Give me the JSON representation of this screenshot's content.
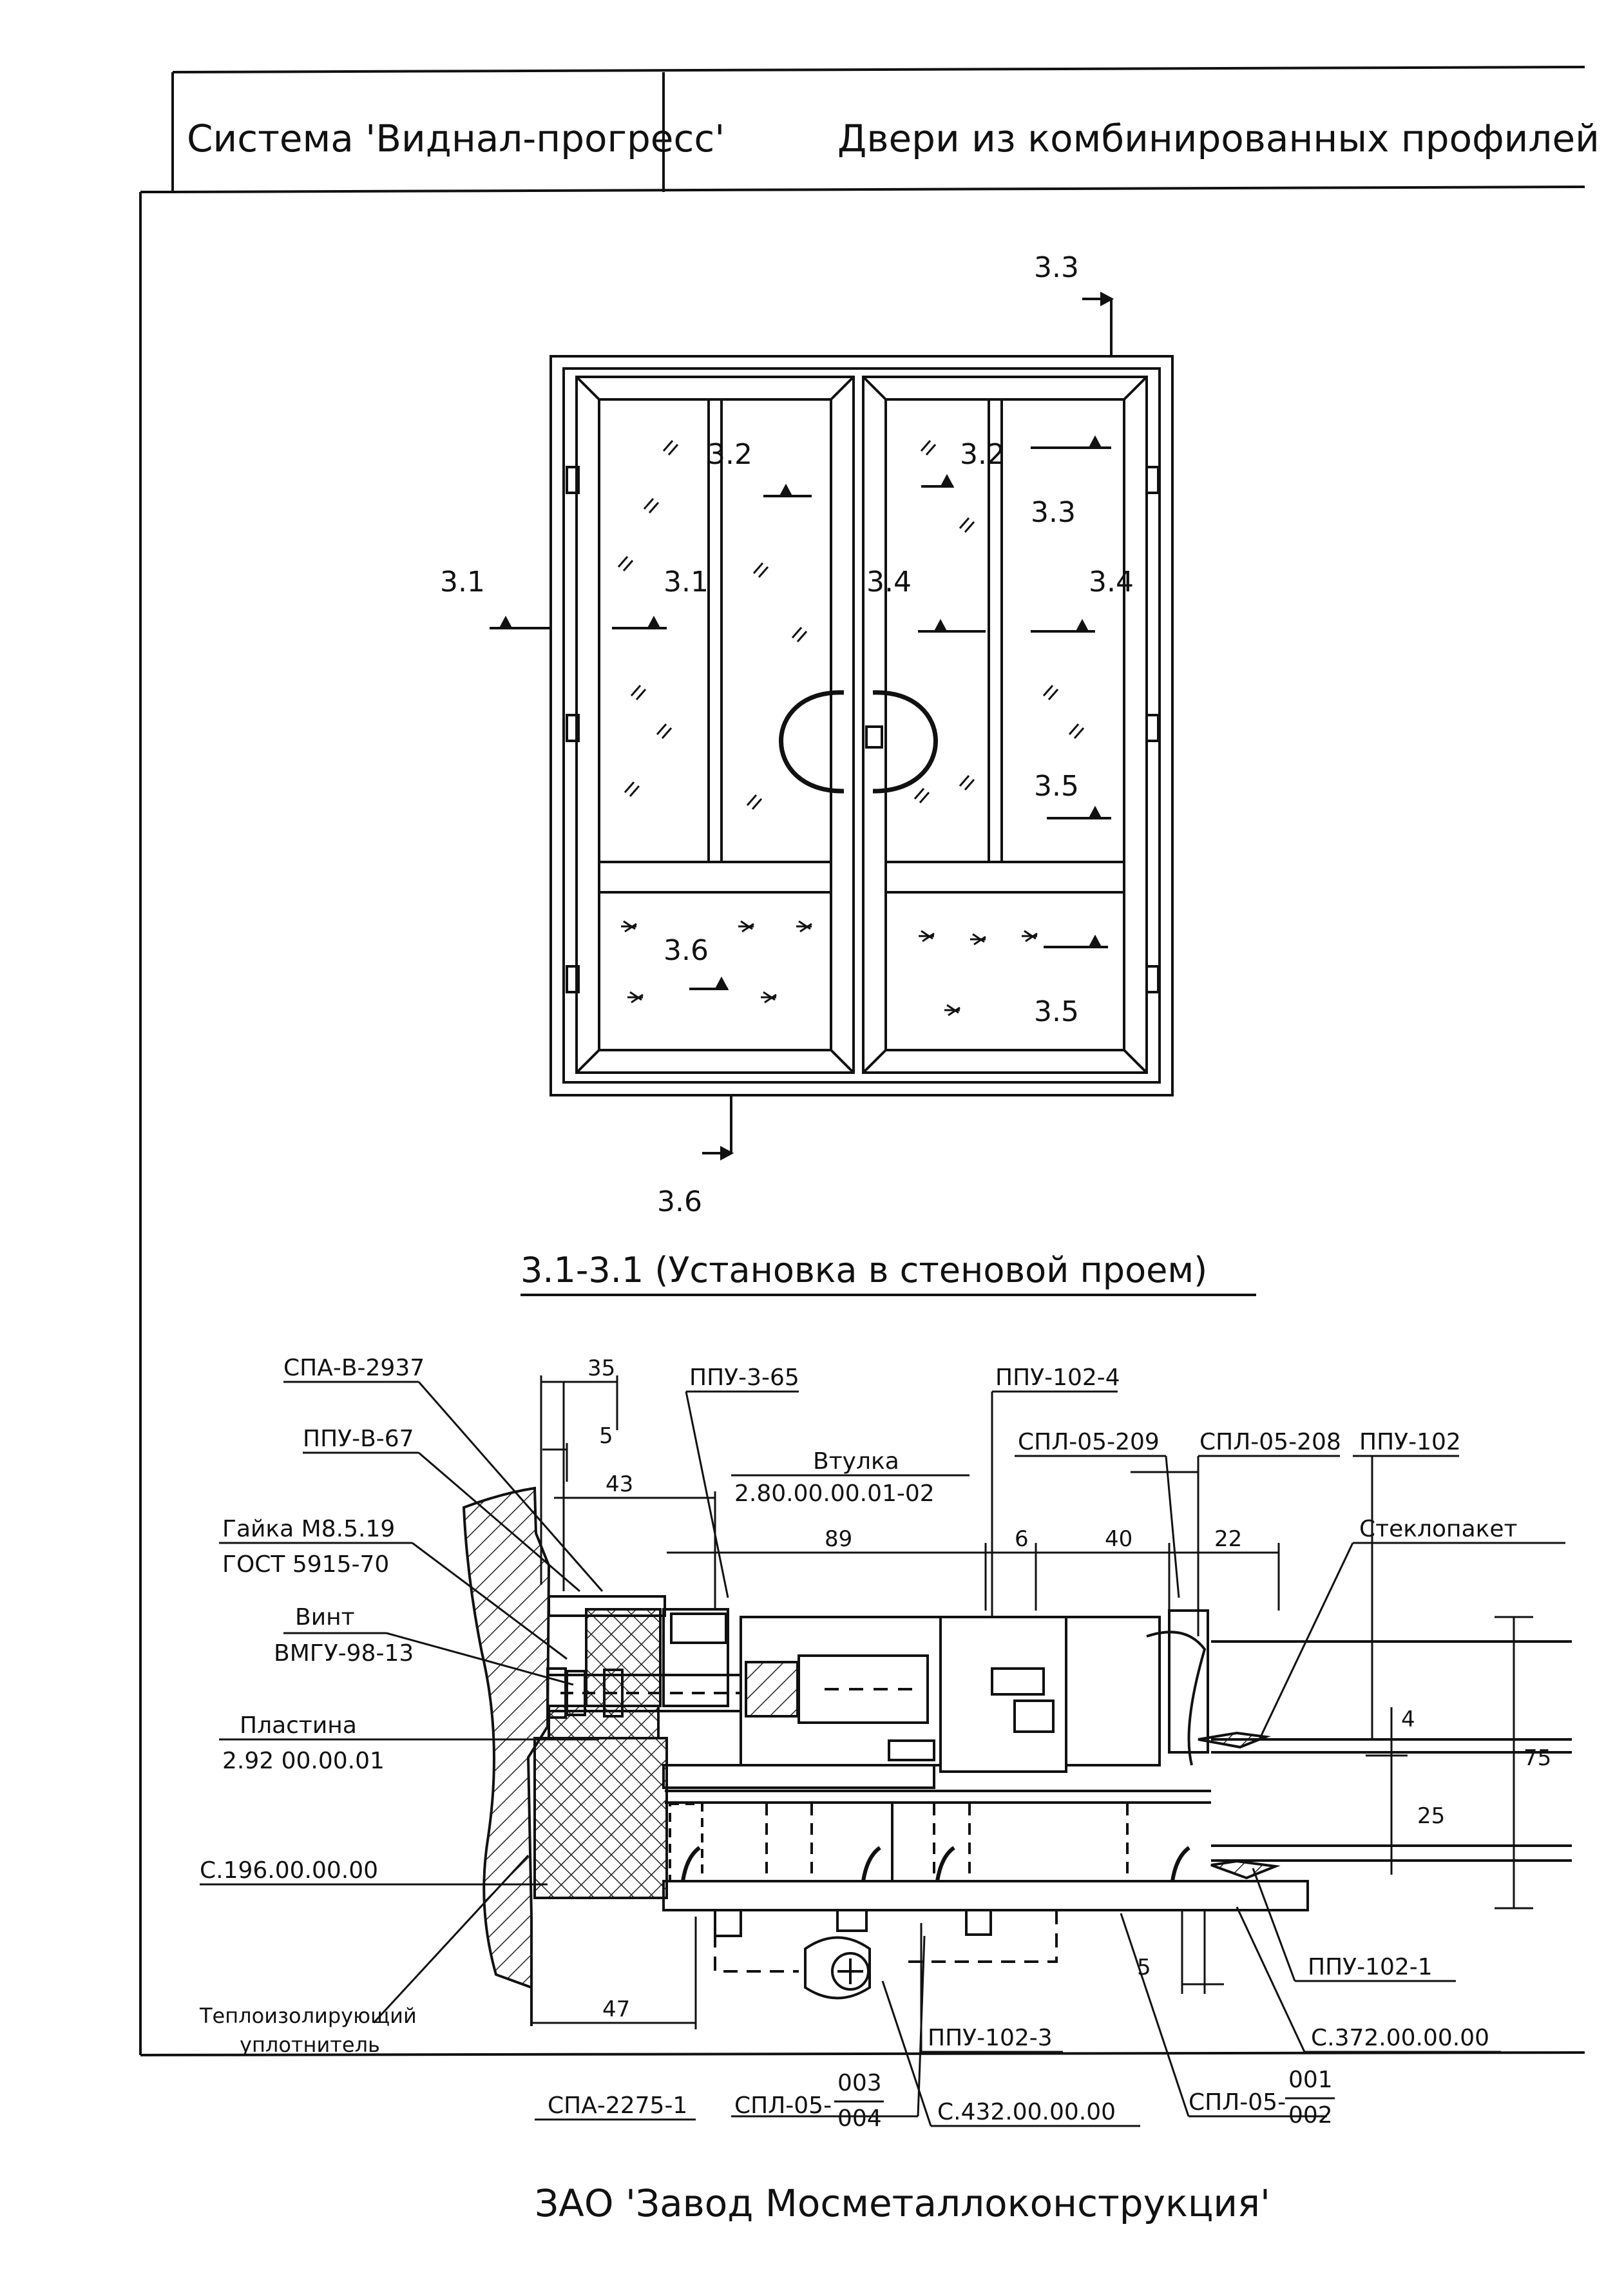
{
  "header": {
    "system_title": "Система 'Виднал-прогресс'",
    "doc_title": "Двери из комбинированных профилей"
  },
  "elevation": {
    "callouts": [
      "3.1",
      "3.1",
      "3.2",
      "3.2",
      "3.3",
      "3.3",
      "3.4",
      "3.4",
      "3.5",
      "3.5",
      "3.6",
      "3.6"
    ]
  },
  "section": {
    "title": "3.1-3.1 (Установка в стеновой проем)"
  },
  "labels": {
    "spa_v_2937": "СПА-В-2937",
    "ppu_v_67": "ППУ-В-67",
    "nut_line1": "Гайка М8.5.19",
    "nut_line2": "ГОСТ 5915-70",
    "screw_line1": "Винт",
    "screw_line2": "ВМГУ-98-13",
    "plate_line1": "Пластина",
    "plate_line2": "2.92 00.00.01",
    "c196": "С.196.00.00.00",
    "insul_line1": "Теплоизолирующий",
    "insul_line2": "уплотнитель",
    "spa_2275_1": "СПА-2275-1",
    "ppu_3_65": "ППУ-3-65",
    "vtulka_line1": "Втулка",
    "vtulka_line2": "2.80.00.00.01-02",
    "ppu_102_4": "ППУ-102-4",
    "spl_05_209": "СПЛ-05-209",
    "spl_05_208": "СПЛ-05-208",
    "ppu_102": "ППУ-102",
    "glass_pack": "Стеклопакет",
    "ppu_102_1": "ППУ-102-1",
    "c372": "С.372.00.00.00",
    "ppu_102_3": "ППУ-102-3",
    "spl_05_a": "СПЛ-05-",
    "frac_003": "003",
    "frac_004": "004",
    "c432": "С.432.00.00.00",
    "spl_05_b": "СПЛ-05-",
    "frac_001": "001",
    "frac_002": "002"
  },
  "dimensions": {
    "d35": "35",
    "d5a": "5",
    "d43": "43",
    "d89": "89",
    "d6": "6",
    "d40": "40",
    "d22": "22",
    "d4": "4",
    "d25": "25",
    "d75": "75",
    "d47": "47",
    "d5b": "5"
  },
  "footer": {
    "company": "ЗАО 'Завод Мосметаллоконструкция'"
  }
}
